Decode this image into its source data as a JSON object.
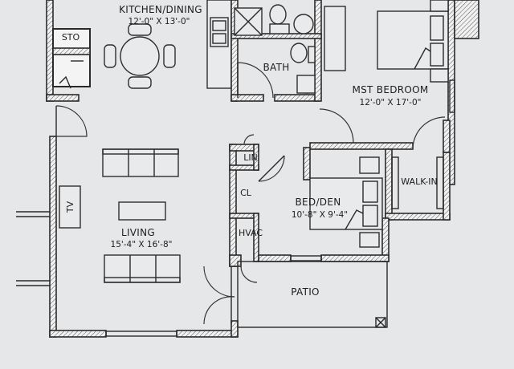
{
  "rooms": {
    "kitchen": {
      "label": "KITCHEN/DINING",
      "dims": "12'-0\" X 13'-0\""
    },
    "storage": {
      "label": "STO"
    },
    "bath": {
      "label": "BATH"
    },
    "master": {
      "label": "MST BEDROOM",
      "dims": "12'-0\" X 17'-0\""
    },
    "linen": {
      "label": "LIN"
    },
    "closet": {
      "label": "CL"
    },
    "hvac": {
      "label": "HVAC"
    },
    "walkin": {
      "label": "WALK-IN"
    },
    "den": {
      "label": "BED/DEN",
      "dims": "10'-8\" X 9'-4\""
    },
    "living": {
      "label": "LIVING",
      "dims": "15'-4\" X 16'-8\""
    },
    "patio": {
      "label": "PATIO"
    }
  },
  "fixtures": {
    "tv": {
      "label": "TV"
    }
  }
}
